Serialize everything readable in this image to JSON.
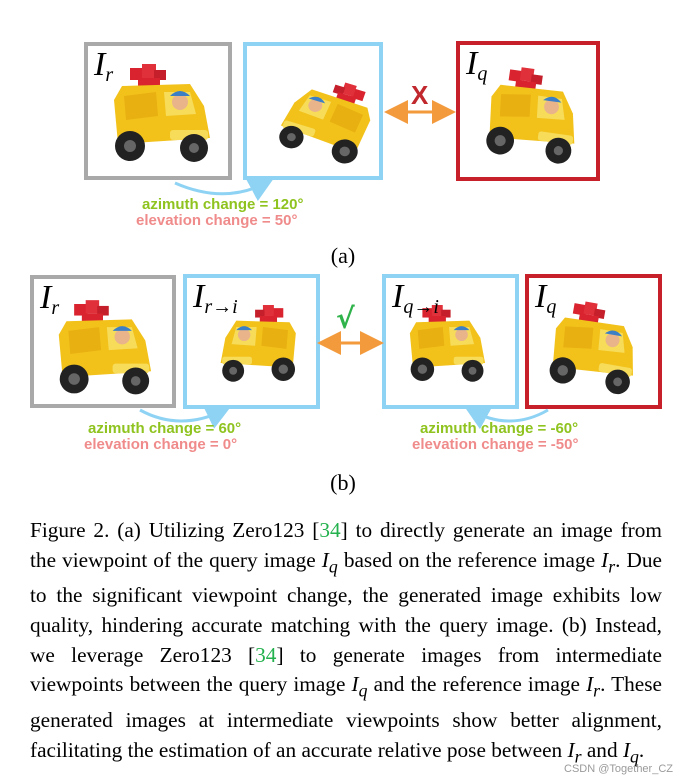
{
  "panel_a": {
    "label_ref": "I",
    "label_ref_sub": "r",
    "label_query": "I",
    "label_query_sub": "q",
    "cross_mark": "X",
    "azimuth_text": "azimuth change = 120°",
    "elevation_text": "elevation change = 50°",
    "sub_label": "(a)"
  },
  "panel_b": {
    "label_ref": "I",
    "label_ref_sub": "r",
    "label_r2i": "I",
    "label_r2i_sub": "r→i",
    "label_q2i": "I",
    "label_q2i_sub": "q→i",
    "label_query": "I",
    "label_query_sub": "q",
    "check_mark": "√",
    "left_azimuth_text": "azimuth change = 60°",
    "left_elevation_text": "elevation change = 0°",
    "right_azimuth_text": "azimuth change = -60°",
    "right_elevation_text": "elevation change = -50°",
    "sub_label": "(b)"
  },
  "caption": {
    "p1": "Figure 2. (a) Utilizing Zero123 [",
    "cite1": "34",
    "p2": "] to directly generate an image from the viewpoint of the query image ",
    "iq1": "I",
    "iq1_sub": "q",
    "p3": " based on the reference image ",
    "ir1": "I",
    "ir1_sub": "r",
    "p4": ". Due to the significant viewpoint change, the generated image exhibits low quality, hindering accurate matching with the query image. (b) Instead, we leverage Zero123 [",
    "cite2": "34",
    "p5": "] to generate images from intermediate viewpoints between the query image ",
    "iq2": "I",
    "iq2_sub": "q",
    "p6": " and the reference image ",
    "ir2": "I",
    "ir2_sub": "r",
    "p7": ". These generated images at intermediate viewpoints show better alignment, facilitating the estimation of an accurate relative pose between ",
    "ir3": "I",
    "ir3_sub": "r",
    "p8": " and ",
    "iq3": "I",
    "iq3_sub": "q",
    "p9": "."
  },
  "watermark": "CSDN @Together_CZ",
  "colors": {
    "reference_border": "#a9a9a9",
    "generated_border": "#8fd3f4",
    "query_border": "#c8202a",
    "arrow": "#f39a3d",
    "azimuth": "#8fc31f",
    "elevation": "#f08b8b",
    "citation": "#22b14c",
    "cross": "#c0282d",
    "check": "#2fb34a"
  }
}
